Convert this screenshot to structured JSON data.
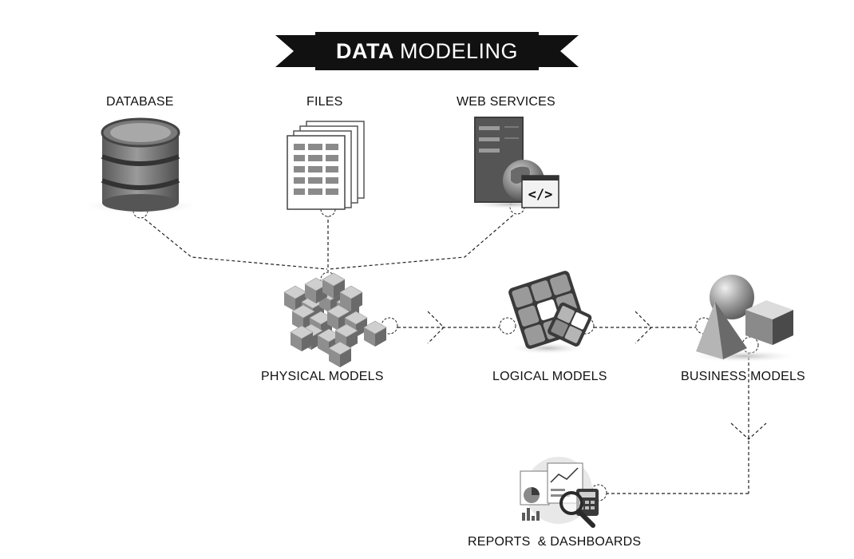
{
  "title": {
    "bold": "DATA",
    "rest": "MODELING"
  },
  "sources": {
    "database": "DATABASE",
    "files": "FILES",
    "web_services": "WEB SERVICES"
  },
  "models": {
    "physical": "PHYSICAL MODELS",
    "logical": "LOGICAL MODELS",
    "business": "BUSINESS MODELS"
  },
  "output": {
    "reports": "REPORTS  & DASHBOARDS"
  },
  "web_services_tag": "</>",
  "colors": {
    "banner": "#111111",
    "connector": "#222222",
    "icon_dark": "#4a4a4a",
    "icon_mid": "#8c8c8c",
    "icon_light": "#d6d6d6"
  }
}
